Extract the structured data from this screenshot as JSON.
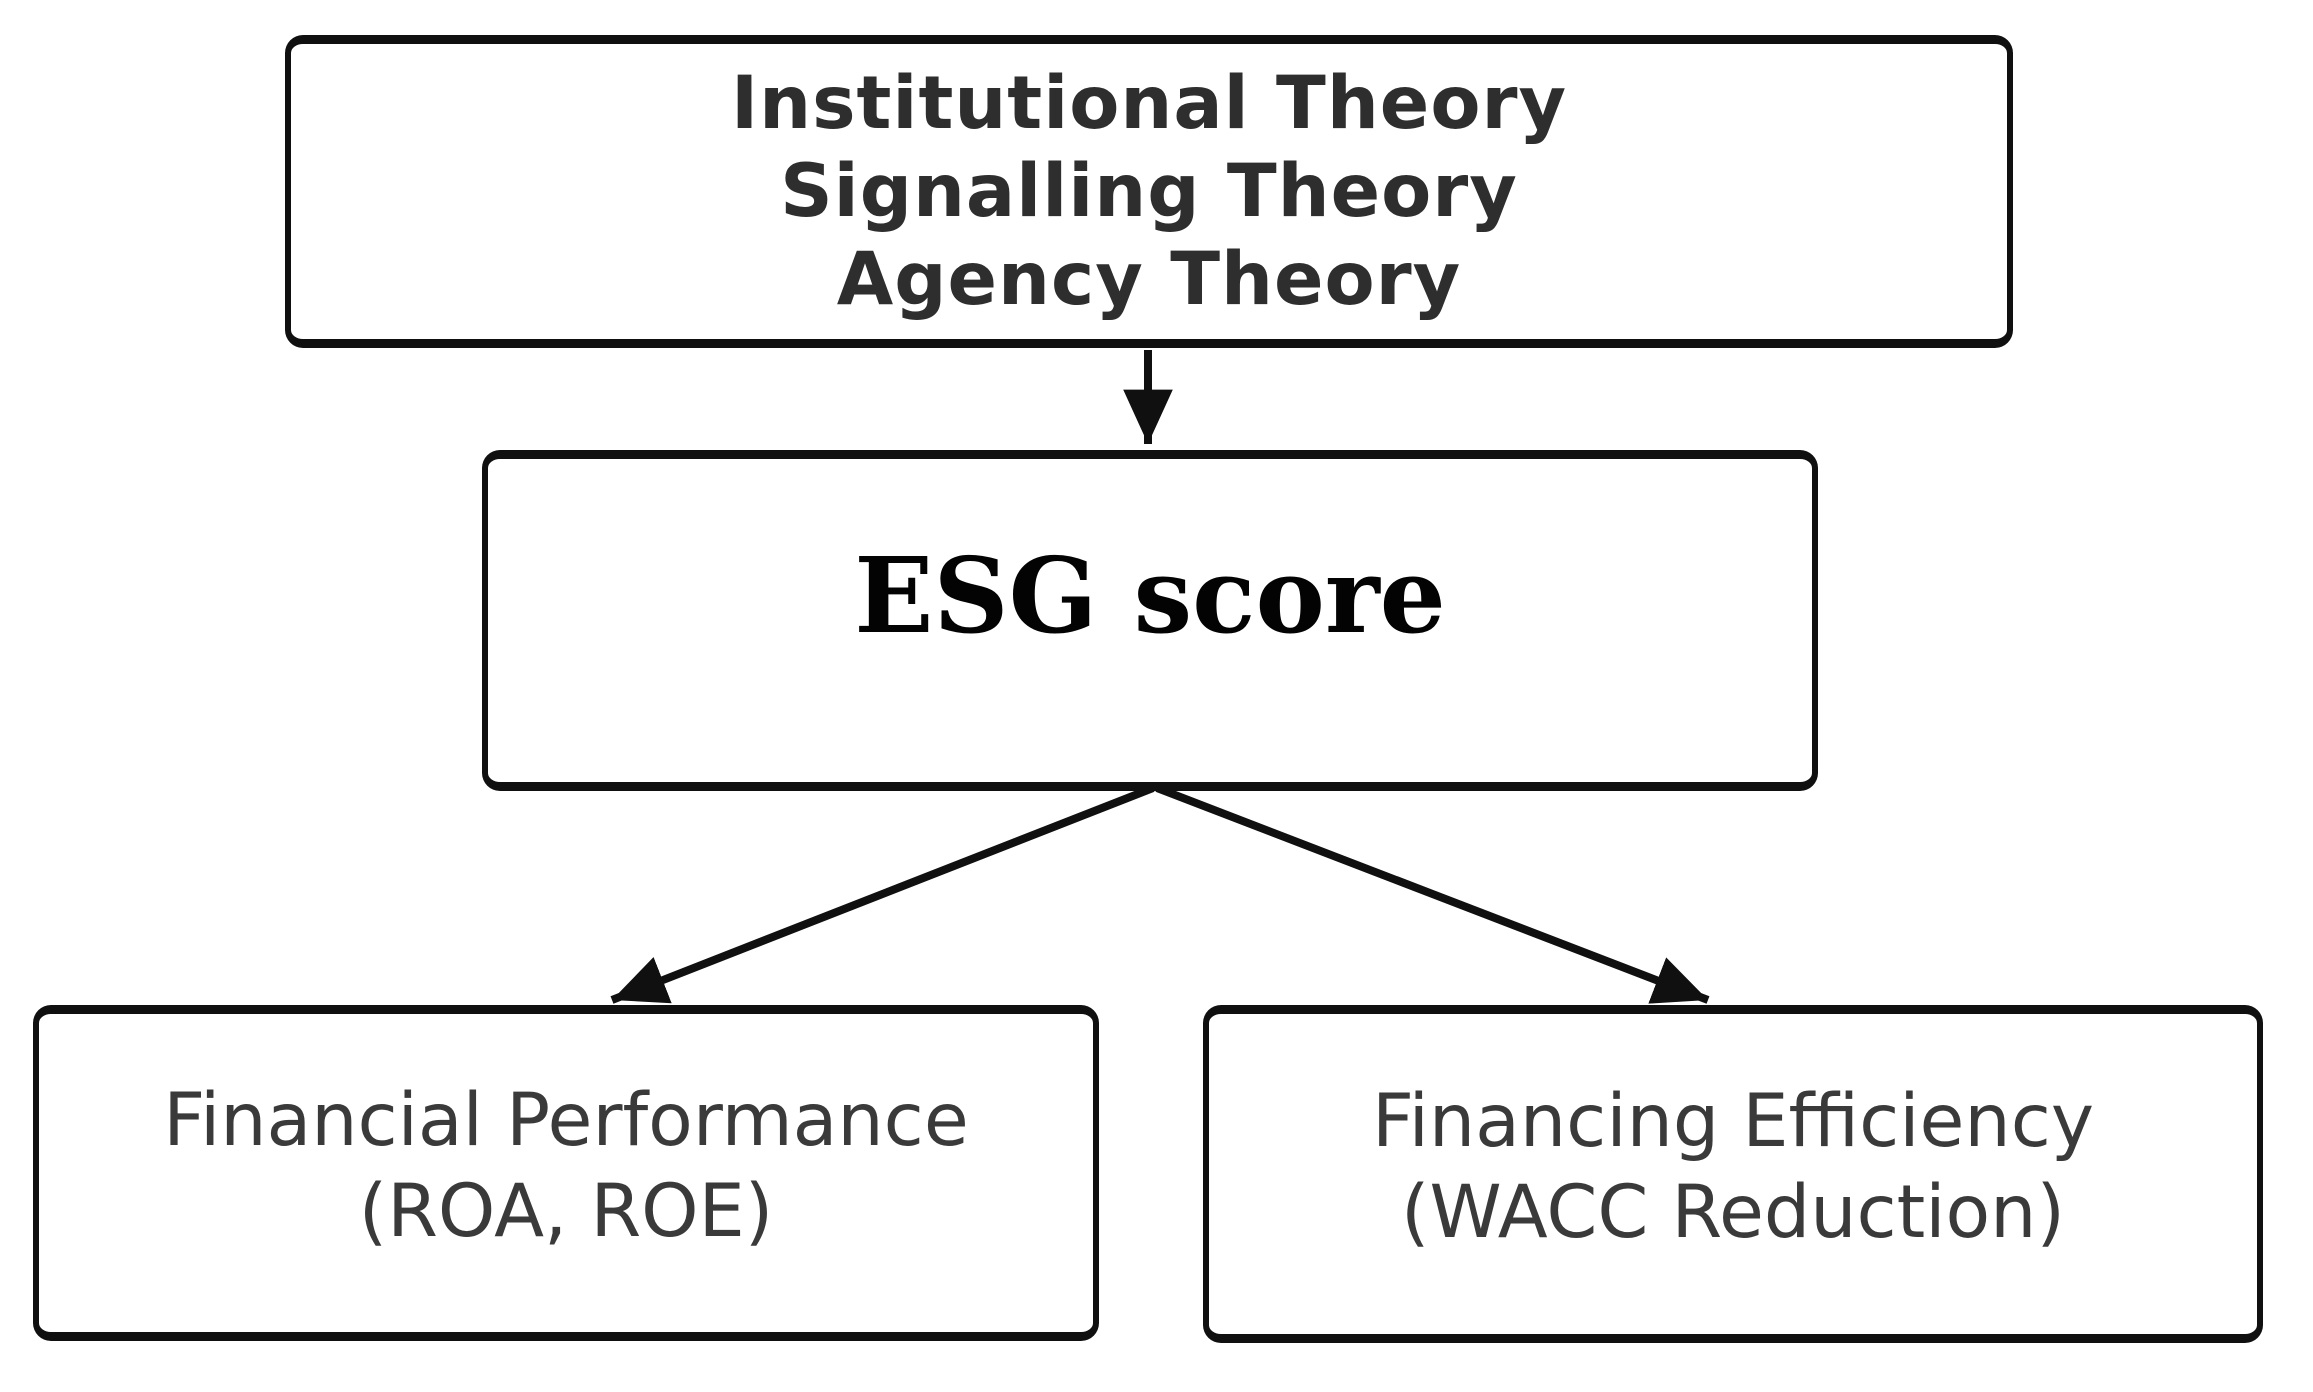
{
  "figure": {
    "background_color": "#ffffff",
    "line_color": "#101010",
    "theories_text_color": "#2e2e2e",
    "esg_text_color": "#030303",
    "outcome_text_color": "#3a3a3a"
  },
  "nodes": {
    "theories": {
      "lines": [
        "Institutional Theory",
        "Signalling Theory",
        "Agency Theory"
      ]
    },
    "esg": {
      "label": "ESG score"
    },
    "financial_performance": {
      "lines": [
        "Financial Performance",
        "(ROA, ROE)"
      ]
    },
    "financing_efficiency": {
      "lines": [
        "Financing Efficiency",
        "(WACC Reduction)"
      ]
    }
  },
  "edges": [
    {
      "from": "theories",
      "to": "esg"
    },
    {
      "from": "esg",
      "to": "financial_performance"
    },
    {
      "from": "esg",
      "to": "financing_efficiency"
    }
  ]
}
